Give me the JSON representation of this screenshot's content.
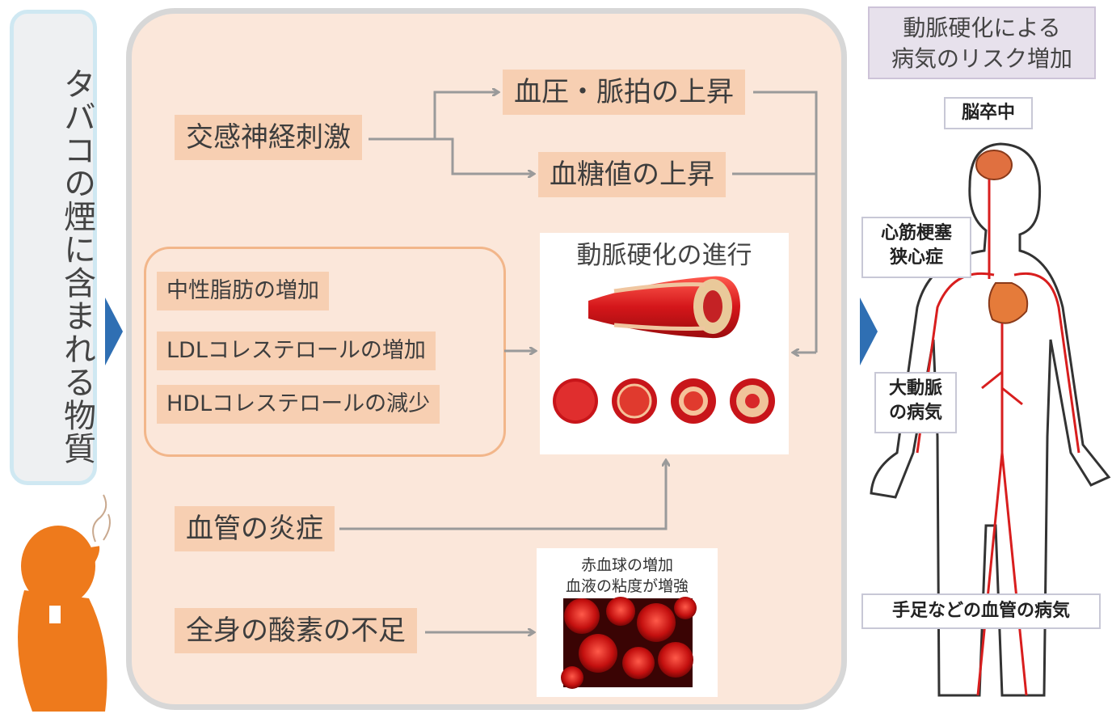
{
  "left_label": "タバコの煙に含まれる物質",
  "stimulus": {
    "sympathetic": "交感神経刺激",
    "blood_pressure": "血圧・脈拍の上昇",
    "blood_sugar": "血糖値の上昇"
  },
  "lipids": {
    "triglyceride": "中性脂肪の増加",
    "ldl": "LDLコレステロールの増加",
    "hdl": "HDLコレステロールの減少"
  },
  "atherosclerosis": {
    "title": "動脈硬化の進行"
  },
  "inflammation": "血管の炎症",
  "oxygen": "全身の酸素の不足",
  "blood": {
    "caption_line1": "赤血球の増加",
    "caption_line2": "血液の粘度が増強"
  },
  "risk": {
    "title_line1": "動脈硬化による",
    "title_line2": "病気のリスク増加"
  },
  "diseases": {
    "stroke": "脳卒中",
    "mi_line1": "心筋梗塞",
    "mi_line2": "狭心症",
    "aorta_line1": "大動脈",
    "aorta_line2": "の病気",
    "limbs": "手足などの血管の病気"
  },
  "colors": {
    "panel": "#fbe7da",
    "box": "#f7cfb2",
    "arrow": "#9a9a9a",
    "vessel": "#d81e1e",
    "figure_orange": "#ee7a1c",
    "marker_blue": "#2f6fb3"
  },
  "icons": [
    "smoking-person-icon",
    "human-body-icon",
    "artery-icon",
    "red-blood-cells-icon"
  ]
}
